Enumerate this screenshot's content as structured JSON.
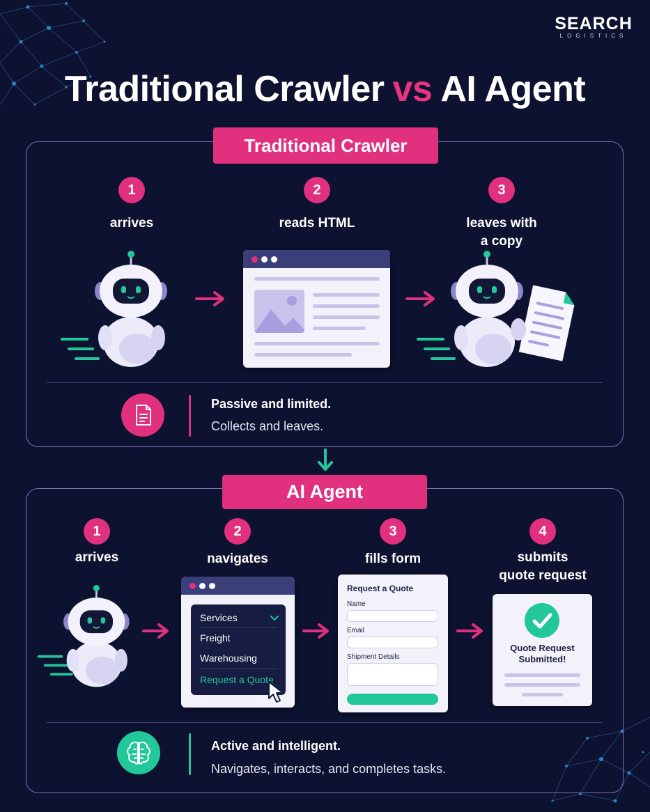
{
  "brand": {
    "name": "SEARCH",
    "sub": "LOGISTICS"
  },
  "title": {
    "left": "Traditional Crawler",
    "vs": "vs",
    "right": "AI Agent"
  },
  "crawler": {
    "heading": "Traditional Crawler",
    "steps": [
      {
        "num": "1",
        "label": "arrives"
      },
      {
        "num": "2",
        "label": "reads HTML"
      },
      {
        "num": "3",
        "label_line1": "leaves with",
        "label_line2": "a copy"
      }
    ],
    "summary": {
      "bold": "Passive and limited.",
      "text": "Collects and leaves."
    }
  },
  "agent": {
    "heading": "AI Agent",
    "steps": [
      {
        "num": "1",
        "label": "arrives"
      },
      {
        "num": "2",
        "label": "navigates"
      },
      {
        "num": "3",
        "label": "fills form"
      },
      {
        "num": "4",
        "label_line1": "submits",
        "label_line2": "quote request"
      }
    ],
    "menu": {
      "services": "Services",
      "freight": "Freight",
      "warehousing": "Warehousing",
      "quote": "Request a Quote"
    },
    "form": {
      "title": "Request a Quote",
      "name": "Name",
      "email": "Email",
      "shipment": "Shipment Details"
    },
    "confirmation": {
      "line1": "Quote Request",
      "line2": "Submitted!"
    },
    "summary": {
      "bold": "Active and intelligent.",
      "text": "Navigates, interacts, and completes tasks."
    }
  },
  "colors": {
    "background": "#0c1230",
    "accent_pink": "#e0307e",
    "accent_teal": "#22c79a",
    "panel_border": "#7f6fb8"
  }
}
